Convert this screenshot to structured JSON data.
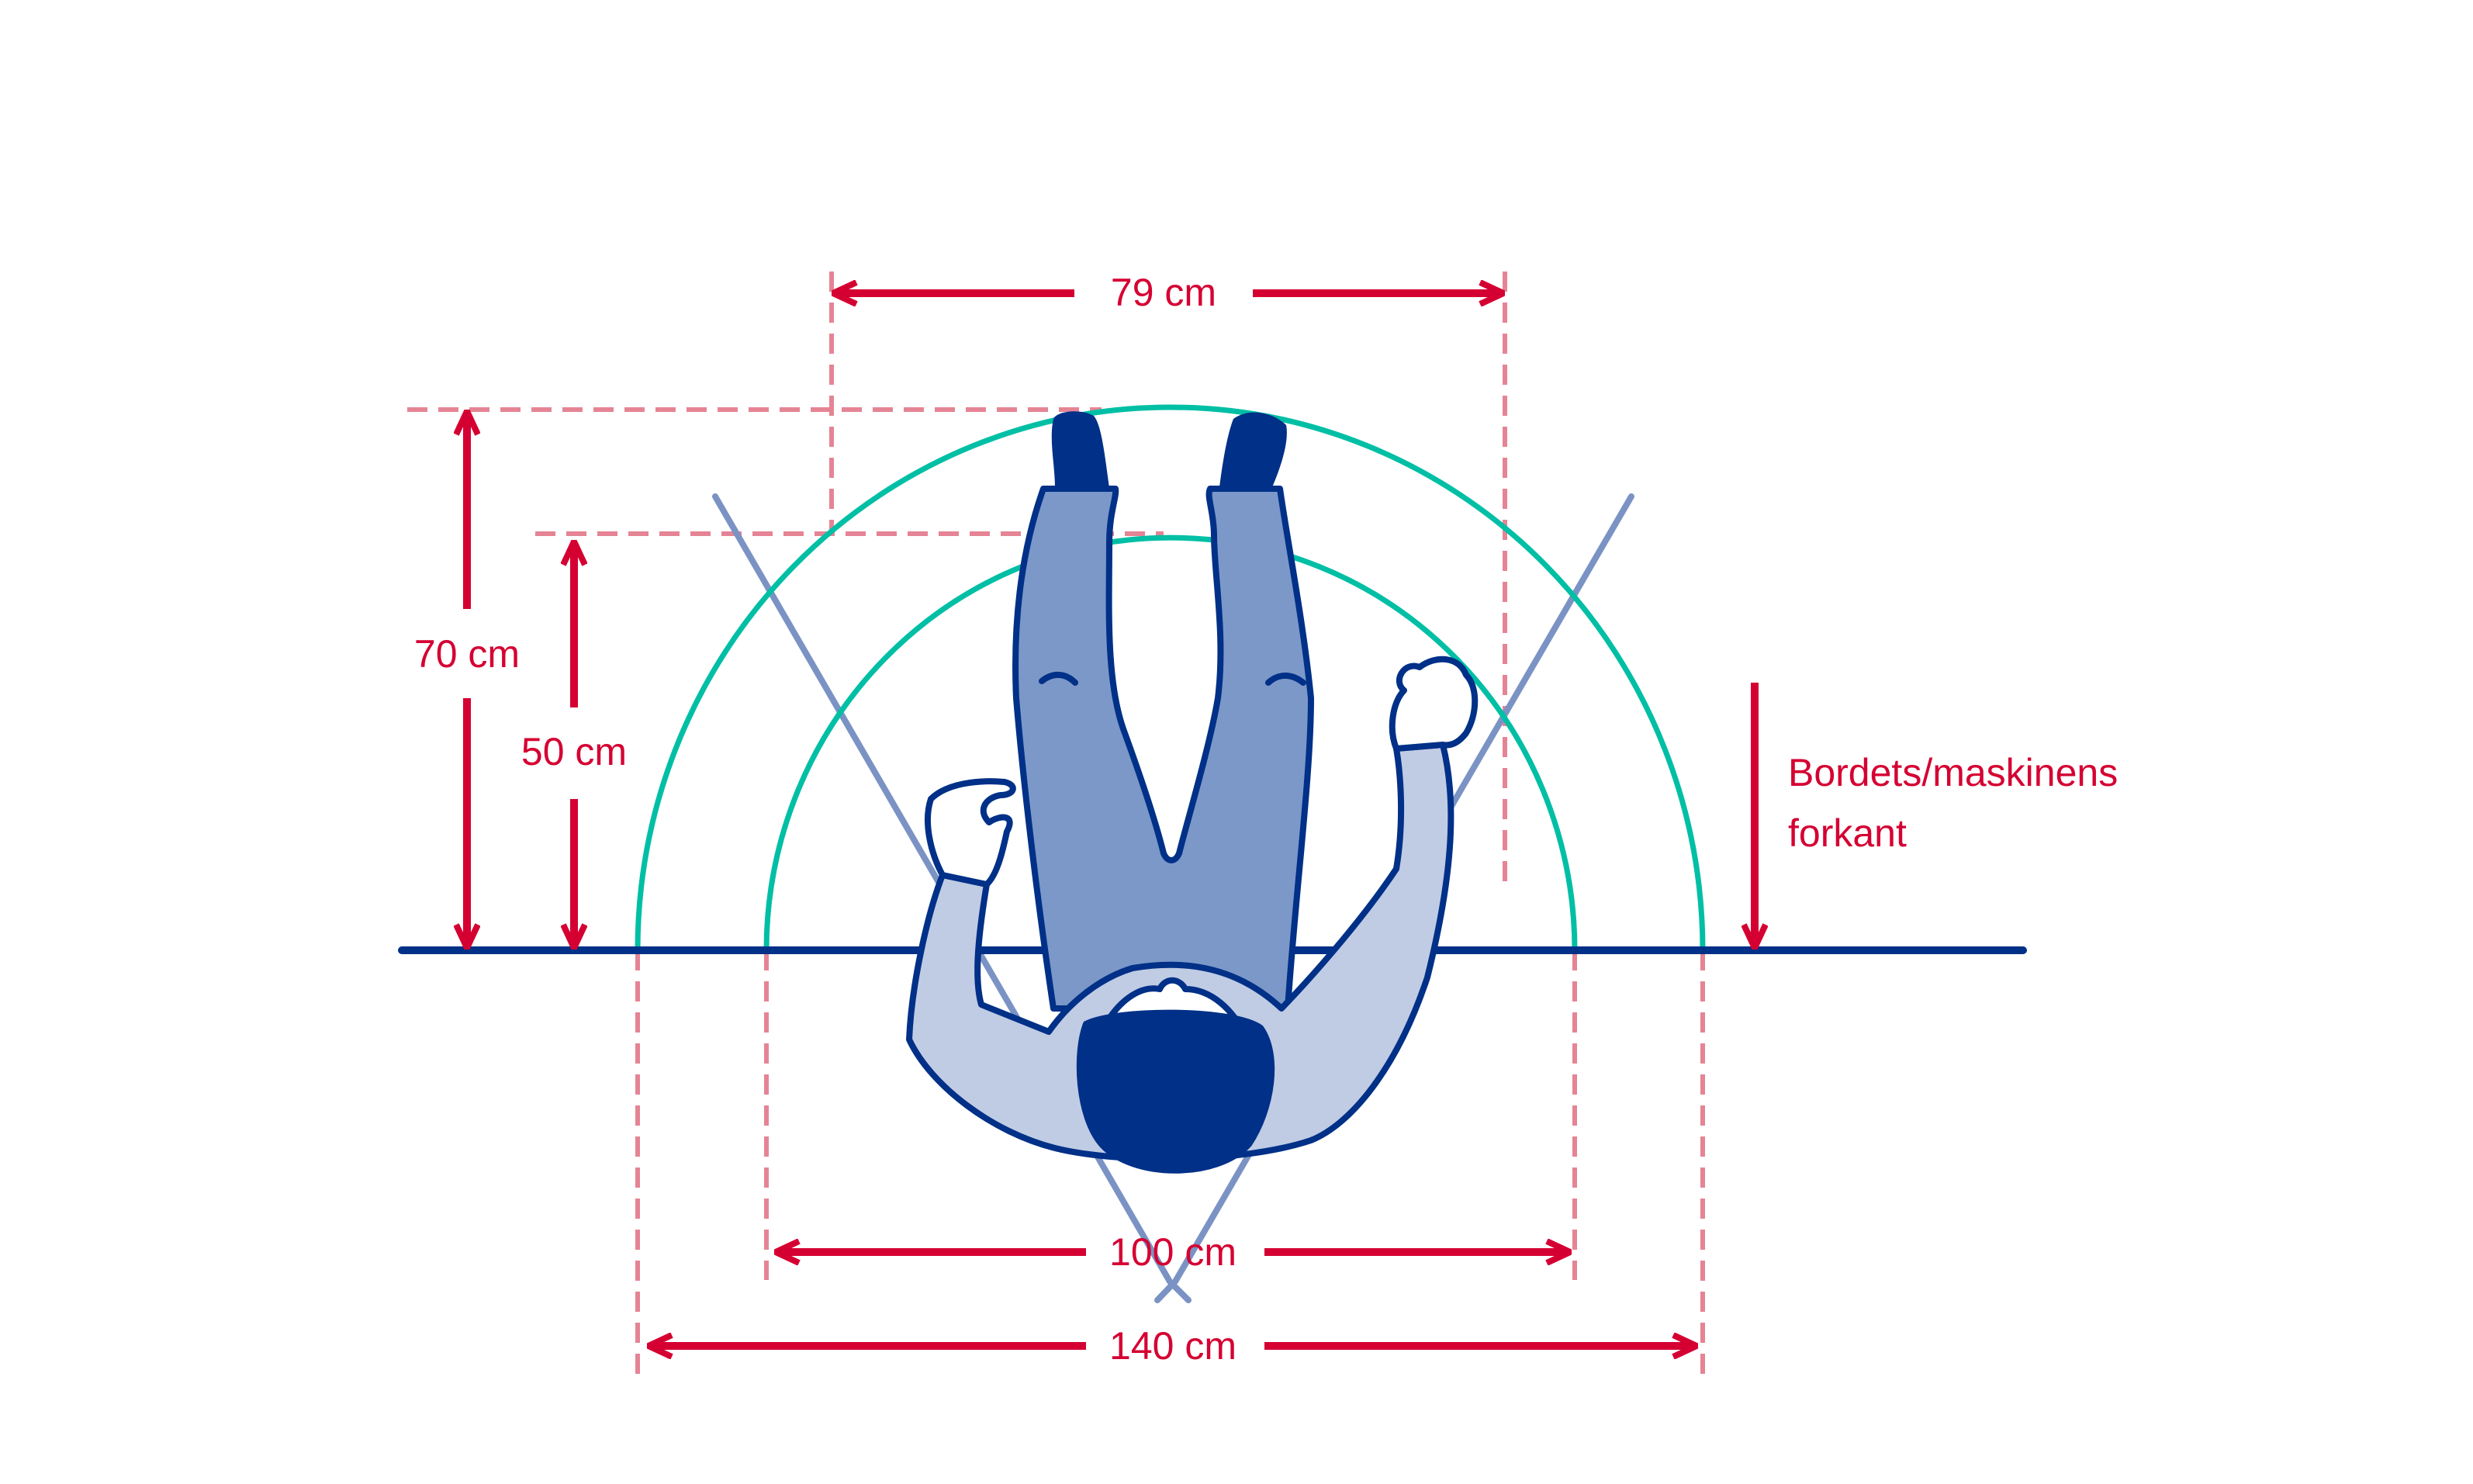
{
  "labels": {
    "width_79": "79 cm",
    "width_100": "100 cm",
    "width_140": "140 cm",
    "reach_70": "70 cm",
    "reach_50": "50 cm",
    "table_edge_line1": "Bordets/maskinens",
    "table_edge_line2": "forkant"
  },
  "colors": {
    "dimension": "#d50032",
    "guide": "#e58494",
    "reach_arc": "#00bfa5",
    "table_edge": "#003087",
    "figure_dark": "#003087",
    "legs_fill": "#7b98c9",
    "arms_fill": "#c0cce4",
    "view_lines": "#7a93c4"
  }
}
